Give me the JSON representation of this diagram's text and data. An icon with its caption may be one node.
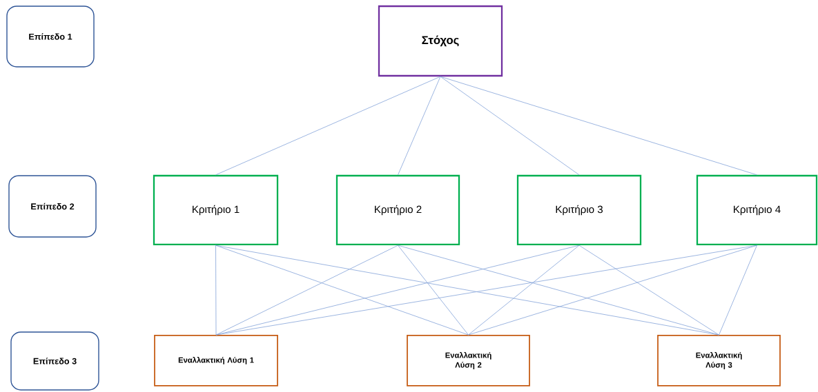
{
  "diagram": {
    "nodes": [
      {
        "text": [
          "Επίπεδο 1"
        ]
      },
      {
        "text": [
          "Στόχος"
        ]
      },
      {
        "text": [
          "Επίπεδο 2"
        ]
      },
      {
        "text": [
          "Κριτήριο 1"
        ]
      },
      {
        "text": [
          "Κριτήριο 2"
        ]
      },
      {
        "text": [
          "Κριτήριο 3"
        ]
      },
      {
        "text": [
          "Κριτήριο 4"
        ]
      },
      {
        "text": [
          "Επίπεδο 3"
        ]
      },
      {
        "text": [
          "Εναλλακτική Λύση 1"
        ]
      },
      {
        "text": [
          "Εναλλακτική Λύση 2"
        ]
      },
      {
        "text": [
          "Εναλλακτική Λύση 3"
        ]
      }
    ],
    "edges": [
      {
        "from": 1,
        "to": 3,
        "arrow": "none"
      },
      {
        "from": 1,
        "to": 4,
        "arrow": "none"
      },
      {
        "from": 1,
        "to": 5,
        "arrow": "none"
      },
      {
        "from": 1,
        "to": 6,
        "arrow": "none"
      },
      {
        "from": 3,
        "to": 8,
        "arrow": "none"
      },
      {
        "from": 3,
        "to": 9,
        "arrow": "none"
      },
      {
        "from": 3,
        "to": 10,
        "arrow": "none"
      },
      {
        "from": 4,
        "to": 8,
        "arrow": "none"
      },
      {
        "from": 4,
        "to": 9,
        "arrow": "none"
      },
      {
        "from": 4,
        "to": 10,
        "arrow": "none"
      },
      {
        "from": 5,
        "to": 8,
        "arrow": "none"
      },
      {
        "from": 5,
        "to": 9,
        "arrow": "none"
      },
      {
        "from": 5,
        "to": 10,
        "arrow": "none"
      },
      {
        "from": 6,
        "to": 8,
        "arrow": "none"
      },
      {
        "from": 6,
        "to": 9,
        "arrow": "none"
      },
      {
        "from": 6,
        "to": 10,
        "arrow": "none"
      }
    ]
  }
}
